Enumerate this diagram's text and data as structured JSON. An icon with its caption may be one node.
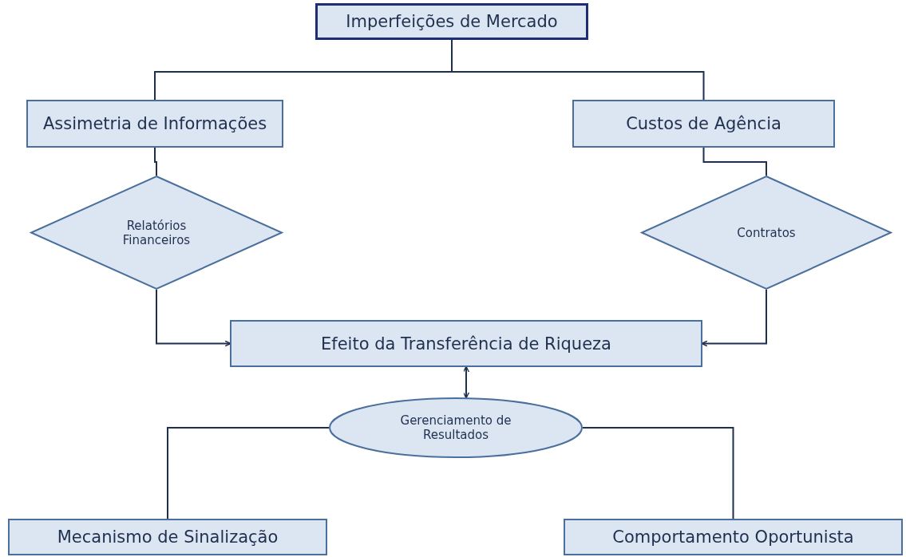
{
  "diagram": {
    "nodes": [
      {
        "text": [
          "Imperfeições de Mercado"
        ]
      },
      {
        "text": [
          "Assimetria de Informações"
        ]
      },
      {
        "text": [
          "Custos de Agência"
        ]
      },
      {
        "text": [
          "Relatórios Financeiros"
        ]
      },
      {
        "text": [
          "Contratos"
        ]
      },
      {
        "text": [
          "Efeito da Transferência de Riqueza"
        ]
      },
      {
        "text": [
          "Gerenciamento de Resultados"
        ]
      },
      {
        "text": [
          "Mecanismo de Sinalização"
        ]
      },
      {
        "text": [
          "Comportamento Oportunista"
        ]
      }
    ],
    "edges": [
      {
        "from": 0,
        "to": 1,
        "arrow": "none"
      },
      {
        "from": 0,
        "to": 2,
        "arrow": "none"
      },
      {
        "from": 1,
        "to": 3,
        "arrow": "none"
      },
      {
        "from": 2,
        "to": 4,
        "arrow": "none"
      },
      {
        "from": 3,
        "to": 5,
        "arrow": "to"
      },
      {
        "from": 4,
        "to": 5,
        "arrow": "to"
      },
      {
        "from": 5,
        "to": 6,
        "arrow": "both"
      },
      {
        "from": 6,
        "to": 7,
        "arrow": "none"
      },
      {
        "from": 6,
        "to": 8,
        "arrow": "none"
      }
    ]
  }
}
